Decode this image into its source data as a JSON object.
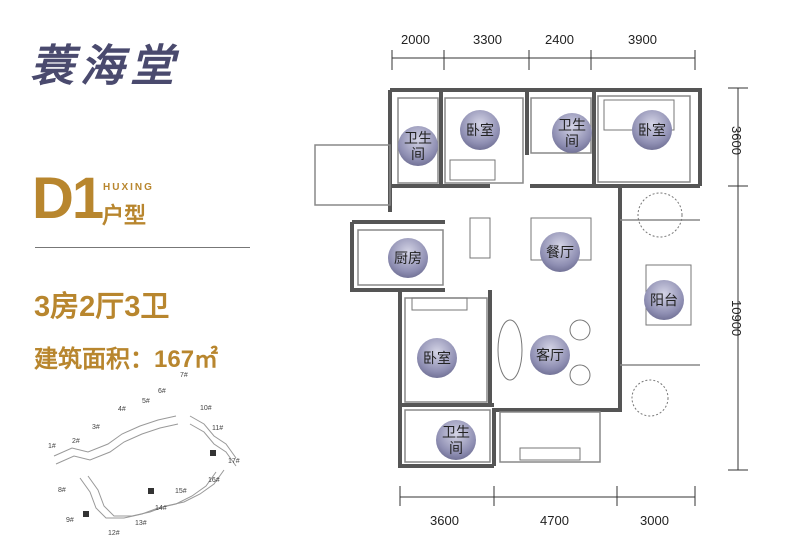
{
  "brand": {
    "logo_text": "蓑海堂"
  },
  "unit": {
    "code": "D1",
    "type_en": "HUXING",
    "type_cn": "户型",
    "layout": "3房2厅3卫",
    "area": "建筑面积：167㎡"
  },
  "dimensions": {
    "top": [
      "2000",
      "3300",
      "2400",
      "3900"
    ],
    "bottom": [
      "3600",
      "4700",
      "3000"
    ],
    "right": [
      "3600",
      "10900"
    ]
  },
  "rooms": {
    "bath1": "卫生间",
    "bed1": "卧室",
    "bath2": "卫生间",
    "bed2": "卧室",
    "kitchen": "厨房",
    "dining": "餐厅",
    "balcony": "阳台",
    "bed3": "卧室",
    "living": "客厅",
    "bath3": "卫生间"
  },
  "site_plan": {
    "buildings": [
      "1#",
      "2#",
      "3#",
      "4#",
      "5#",
      "6#",
      "7#",
      "8#",
      "9#",
      "10#",
      "11#",
      "12#",
      "13#",
      "14#",
      "15#",
      "16#",
      "17#"
    ]
  },
  "colors": {
    "accent": "#b8862e",
    "logo": "#4a4a6e",
    "badge": "#8e8eb2"
  }
}
